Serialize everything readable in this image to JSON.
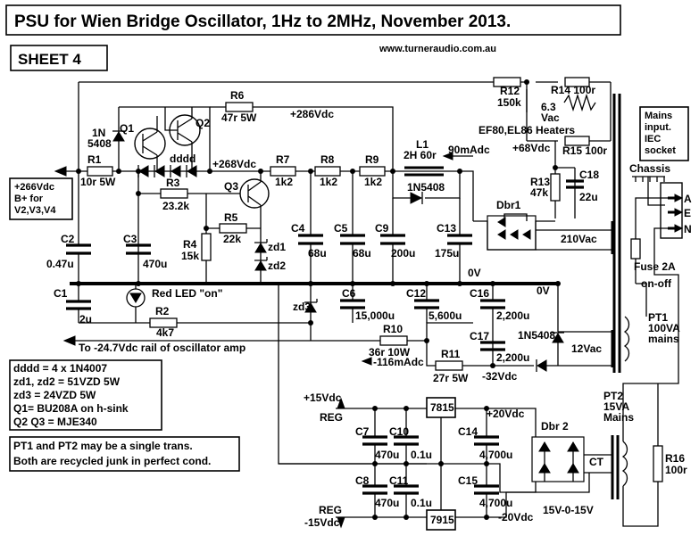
{
  "title": "PSU for Wien Bridge Oscillator, 1Hz to 2MHz, November 2013.",
  "sheet": "SHEET 4",
  "url": "www.turneraudio.com.au",
  "notes_box1": [
    "dddd = 4 x 1N4007",
    "zd1, zd2 = 51VZD 5W",
    "zd3 = 24VZD 5W",
    "Q1= BU208A  on  h-sink",
    "Q2 Q3 = MJE340"
  ],
  "notes_box2": [
    "PT1 and PT2 may be a single trans.",
    "Both are recycled junk in perfect cond."
  ],
  "bplus_box": [
    "+266Vdc",
    "B+ for",
    "V2,V3,V4"
  ],
  "mains_box": [
    "Mains",
    "input.",
    "IEC",
    "socket"
  ],
  "labels": {
    "r1": "R1",
    "r1v": "10r 5W",
    "q1": "Q1",
    "q2": "Q2",
    "dddd": "dddd",
    "d1n": "1N",
    "d5408": "5408",
    "r6": "R6",
    "r6v": "47r 5W",
    "v286": "+286Vdc",
    "v268": "+268Vdc",
    "r3": "R3",
    "r3v": "23.2k",
    "q3": "Q3",
    "r5": "R5",
    "r5v": "22k",
    "r4": "R4",
    "r4v": "15k",
    "zd1": "zd1",
    "zd2": "zd2",
    "r7": "R7",
    "r7v": "1k2",
    "r8": "R8",
    "r8v": "1k2",
    "r9": "R9",
    "r9v": "1k2",
    "l1": "L1",
    "l1v": "2H  60r",
    "ma90": "90mAdc",
    "d1n5408": "1N5408",
    "c2": "C2",
    "c2v": "0.47u",
    "c3": "C3",
    "c3v": "470u",
    "c4": "C4",
    "c4v": "68u",
    "c5": "C5",
    "c5v": "68u",
    "c9": "C9",
    "c9v": "200u",
    "c13": "C13",
    "c13v": "175u",
    "v0a": "0V",
    "v0b": "0V",
    "r12": "R12",
    "r12v": "150k",
    "r14": "R14 100r",
    "ht63": "6.3",
    "htvac": "Vac",
    "heaters": "EF80,EL86 Heaters",
    "v68": "+68Vdc",
    "r15": "R15  100r",
    "r13": "R13",
    "r13v": "47k",
    "c18": "C18",
    "c18v": "22u",
    "dbr1": "Dbr1",
    "v210": "210Vac",
    "chassis": "Chassis",
    "ta": "A",
    "te": "E",
    "tn": "N",
    "fuse": "Fuse 2A",
    "onoff": "on-off",
    "pt1": "PT1",
    "pt1a": "100VA",
    "pt1b": "mains",
    "c1": "C1",
    "c1v": "2u",
    "led": "Red LED \"on\"",
    "r2": "R2",
    "r2v": "4k7",
    "rail247": "To -24.7Vdc rail of oscillator amp",
    "zd3": "zd3",
    "c6": "C6",
    "c6v": "15,000u",
    "c12": "C12",
    "c12v": "5,600u",
    "c16": "C16",
    "c16v": "2,200u",
    "c17": "C17",
    "c17v": "2,200u",
    "d1n5408b": "1N5408",
    "v12": "12Vac",
    "r10": "R10",
    "r10v": "36r  10W",
    "ma116": "-116mAdc",
    "r11": "R11",
    "r11v": "27r  5W",
    "vm32": "-32Vdc",
    "v15p": "+15Vdc",
    "reg1": "REG",
    "r7815": "7815",
    "v20p": "+20Vdc",
    "c7": "C7",
    "c7v": "470u",
    "c10": "C10",
    "c10v": "0.1u",
    "c14": "C14",
    "c14v": "4,700u",
    "dbr2": "Dbr 2",
    "pt2": "PT2",
    "pt2a": "15VA",
    "pt2b": "Mains",
    "ct": "CT",
    "c8": "C8",
    "c8v": "470u",
    "c11": "C11",
    "c11v": "0.1u",
    "c15": "C15",
    "c15v": "4,700u",
    "vm20": "-20Vdc",
    "reg2": "REG",
    "v15m": "-15Vdc",
    "r7915": "7915",
    "sec15": "15V-0-15V",
    "r16": "R16",
    "r16v": "100r"
  }
}
